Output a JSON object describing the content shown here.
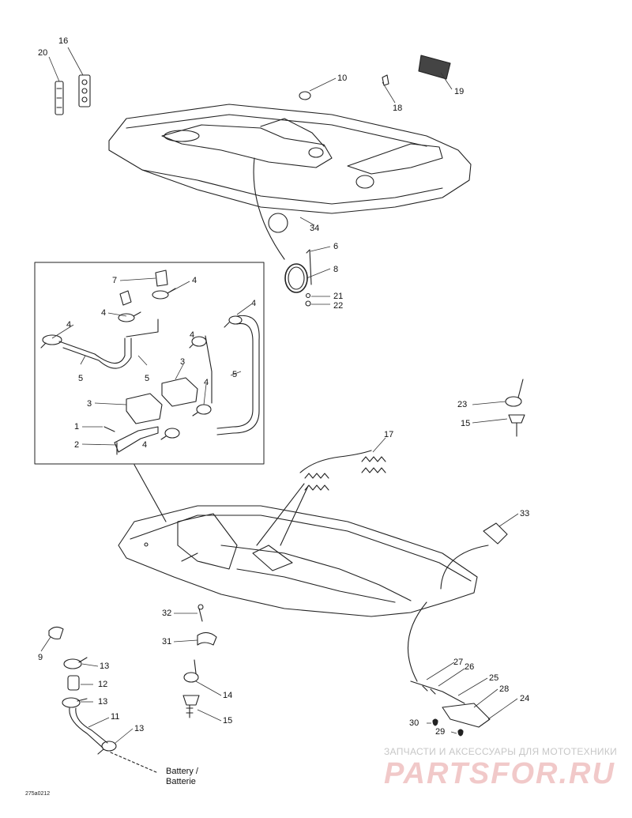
{
  "callouts": [
    {
      "text": "20"
    },
    {
      "text": "16"
    },
    {
      "text": "10"
    },
    {
      "text": "18"
    },
    {
      "text": "19"
    },
    {
      "text": "34"
    },
    {
      "text": "6"
    },
    {
      "text": "8"
    },
    {
      "text": "21"
    },
    {
      "text": "22"
    },
    {
      "text": "7"
    },
    {
      "text": "4"
    },
    {
      "text": "4"
    },
    {
      "text": "4"
    },
    {
      "text": "4"
    },
    {
      "text": "4"
    },
    {
      "text": "5"
    },
    {
      "text": "5"
    },
    {
      "text": "3"
    },
    {
      "text": "4"
    },
    {
      "text": "5"
    },
    {
      "text": "3"
    },
    {
      "text": "1"
    },
    {
      "text": "2"
    },
    {
      "text": "4"
    },
    {
      "text": "23"
    },
    {
      "text": "15"
    },
    {
      "text": "17"
    },
    {
      "text": "33"
    },
    {
      "text": "32"
    },
    {
      "text": "31"
    },
    {
      "text": "9"
    },
    {
      "text": "13"
    },
    {
      "text": "12"
    },
    {
      "text": "13"
    },
    {
      "text": "11"
    },
    {
      "text": "13"
    },
    {
      "text": "14"
    },
    {
      "text": "15"
    },
    {
      "text": "27"
    },
    {
      "text": "26"
    },
    {
      "text": "25"
    },
    {
      "text": "28"
    },
    {
      "text": "24"
    },
    {
      "text": "30"
    },
    {
      "text": "29"
    }
  ],
  "battery_label_line1": "Battery /",
  "battery_label_line2": "Batterie",
  "drawing_code": "275a0212",
  "watermark": {
    "tagline": "ЗАПЧАСТИ И АКСЕССУАРЫ ДЛЯ МОТОТЕХНИКИ",
    "brand": "PARTSFOR.RU"
  }
}
